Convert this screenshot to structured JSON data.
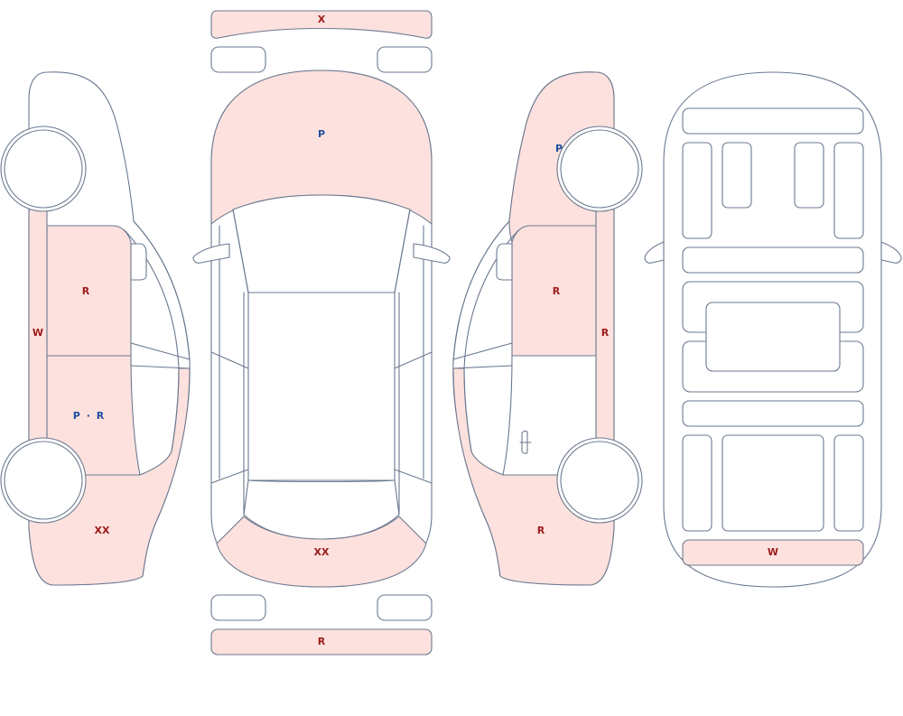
{
  "colors": {
    "outline": "#6b7a90",
    "damage_fill": "#fde1de",
    "plain_fill": "#ffffff",
    "label_red": "#9b1b1b",
    "label_blue": "#1f4fa0"
  },
  "labels": {
    "top": {
      "front_bumper": "X",
      "hood": "P",
      "rear_bumper": "XX",
      "rear_bumper_strip": "R"
    },
    "left": {
      "sill": "W",
      "front_door": "R",
      "rear_door": "P",
      "rear_door_sep": "·",
      "rear_door_second": "R",
      "rear_quarter": "XX"
    },
    "right": {
      "front_fender": "P",
      "front_door": "R",
      "sill": "R",
      "rear_quarter": "R"
    },
    "underbody": {
      "rear_panel": "W"
    }
  }
}
